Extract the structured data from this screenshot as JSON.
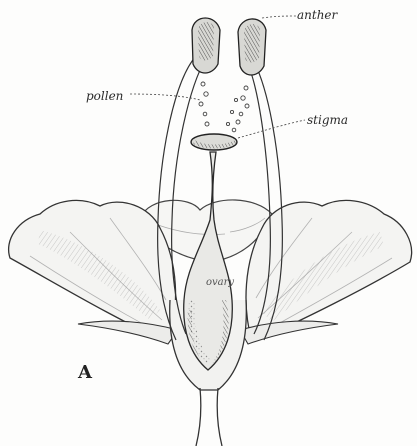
{
  "labels": {
    "anther": "anther",
    "pollen": "pollen",
    "stigma": "stigma",
    "ovary": "ovary",
    "figure": "A"
  }
}
